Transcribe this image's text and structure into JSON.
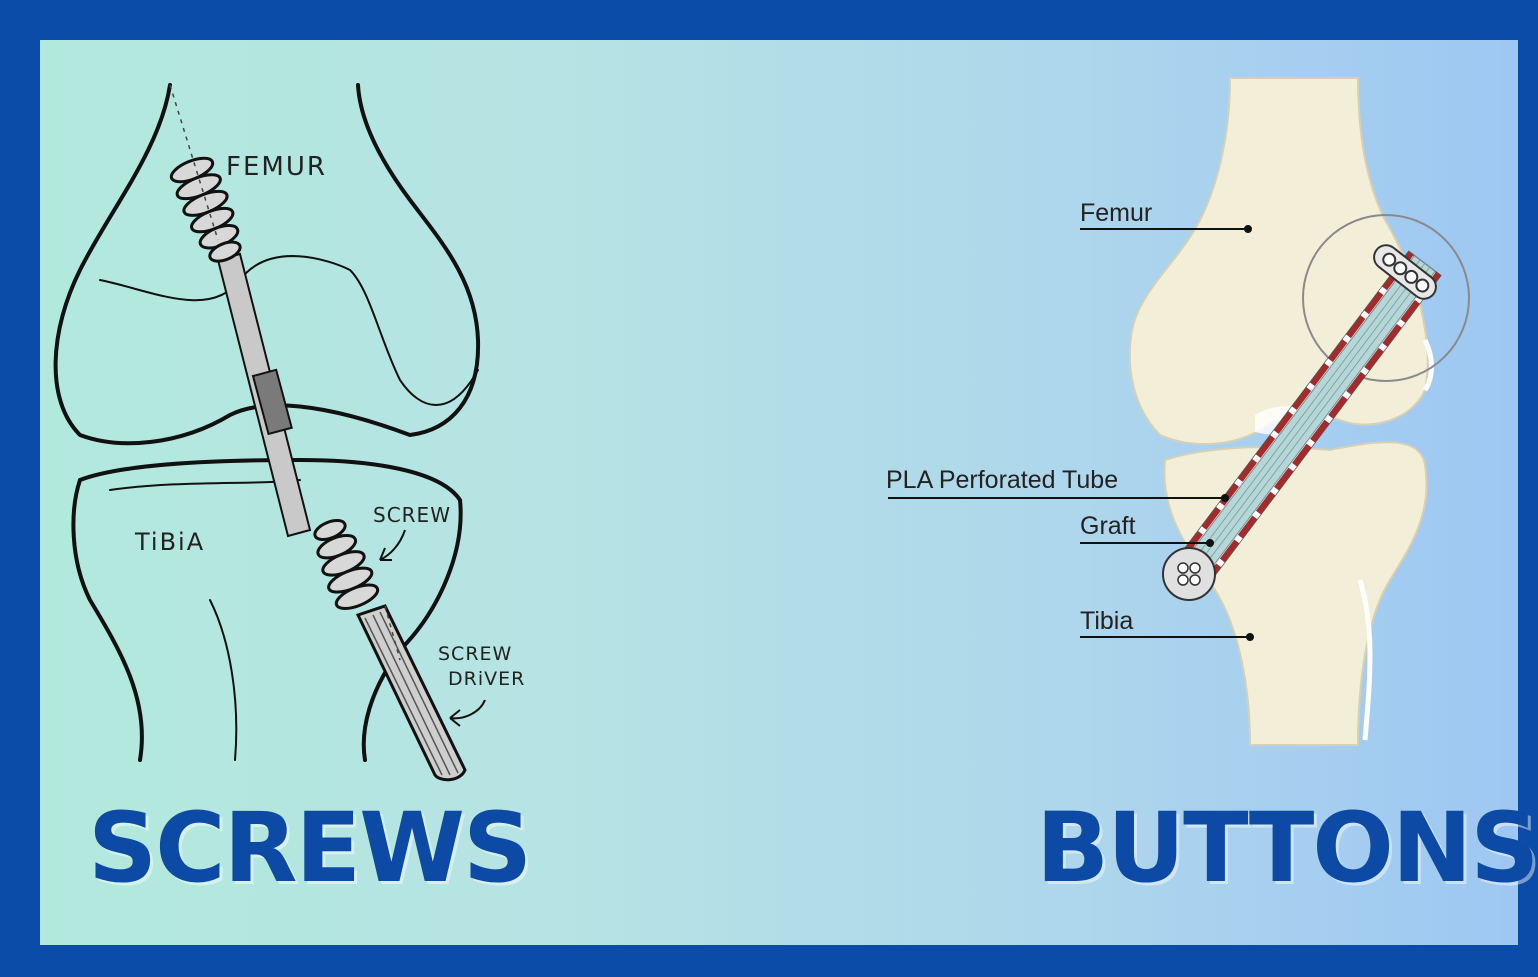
{
  "left": {
    "title": "SCREWS",
    "labels": {
      "femur": "FEMUR",
      "tibia": "TiBiA",
      "screw": "SCREW",
      "driver_line1": "SCREW",
      "driver_line2": "DRiVER"
    }
  },
  "right": {
    "title": "BUTTONS",
    "labels": {
      "femur": "Femur",
      "tube": "PLA Perforated Tube",
      "graft": "Graft",
      "tibia": "Tibia"
    }
  },
  "colors": {
    "frame": "#0b4ca8",
    "title": "#0d4aa6",
    "bone": "#f3eed8",
    "graft": "#b7d6d8",
    "tube_stripe": "#a32b2b"
  }
}
